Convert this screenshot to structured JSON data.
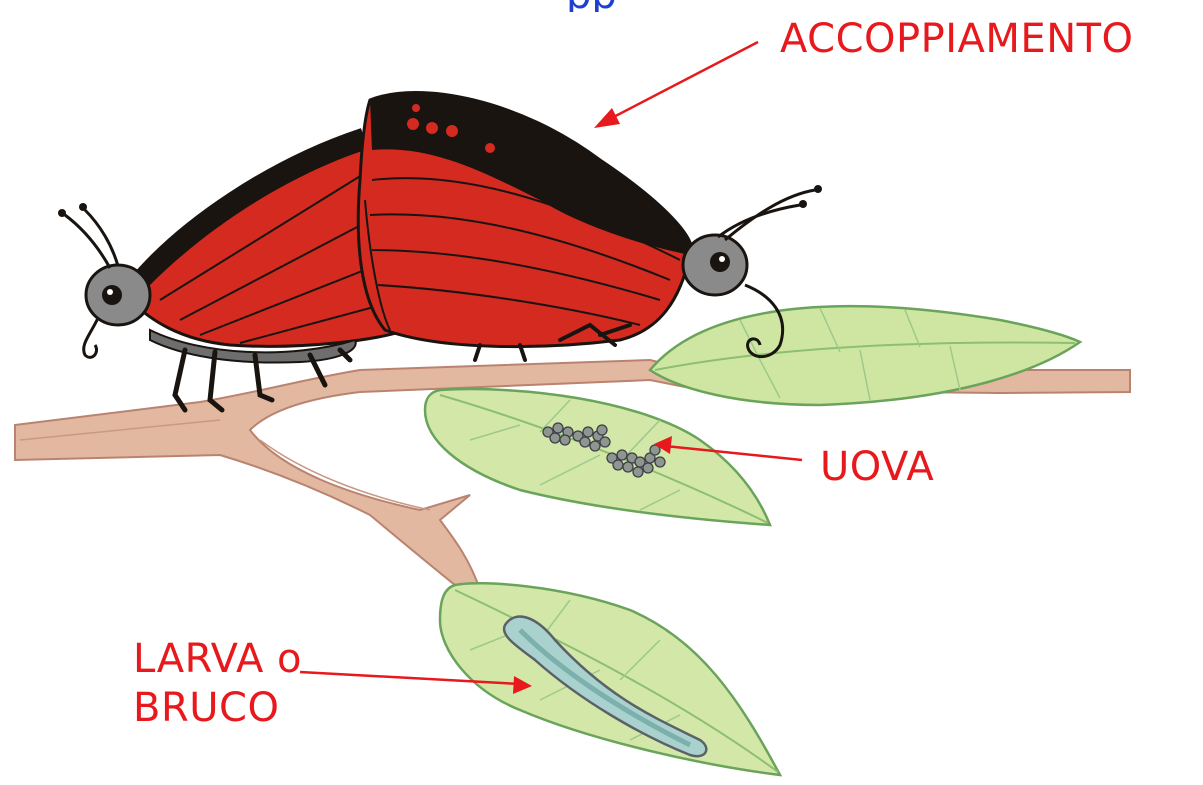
{
  "labels": {
    "mating": "ACCOPPIAMENTO",
    "eggs": "UOVA",
    "larva_line1": "LARVA o",
    "larva_line2": "BRUCO"
  },
  "title_fragment": "pp",
  "colors": {
    "label_red": "#e8191c",
    "title_blue": "#1f3fd1",
    "wing_red": "#d42a20",
    "wing_black": "#1a1410",
    "leaf_green": "#cfe6a3",
    "branch": "#e3b8a1"
  },
  "icons": [
    "butterfly-icon",
    "leaf-icon",
    "egg-cluster-icon",
    "caterpillar-icon",
    "branch-icon"
  ]
}
